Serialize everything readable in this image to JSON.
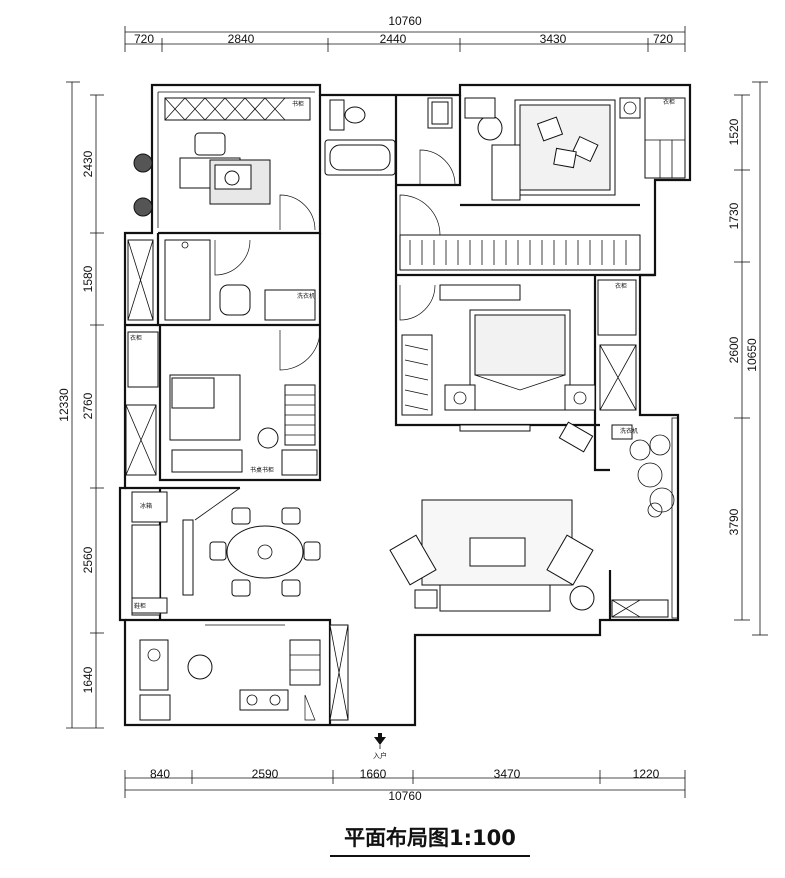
{
  "title": "平面布局图1:100",
  "entrance_label": "入户",
  "dimensions": {
    "top_total": "10760",
    "top": [
      "720",
      "2840",
      "2440",
      "3430",
      "720"
    ],
    "bottom": [
      "840",
      "2590",
      "1660",
      "3470",
      "1220"
    ],
    "bottom_total": "10760",
    "left_total": "12330",
    "left": [
      "2430",
      "1580",
      "2760",
      "2560",
      "1640"
    ],
    "right_total": "10650",
    "right": [
      "1520",
      "1730",
      "2600",
      "3790"
    ]
  },
  "room_tags": {
    "study_cabinet": "书柜",
    "wardrobe_a": "衣柜",
    "wardrobe_b": "衣柜",
    "kids_wardrobe": "衣柜",
    "kids_desk": "书桌书柜",
    "laundry": "洗衣机",
    "fridge": "冰箱",
    "shoe_cabinet": "鞋柜",
    "balcony": "洗衣机"
  }
}
